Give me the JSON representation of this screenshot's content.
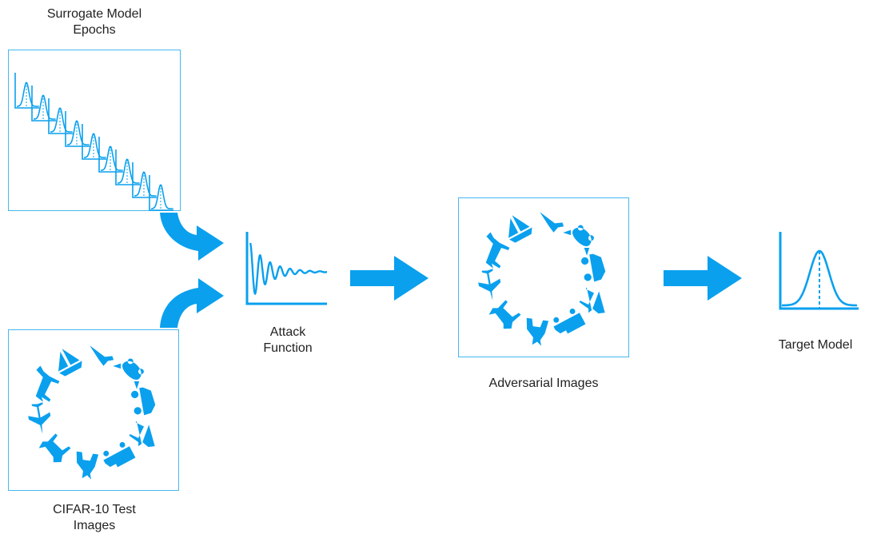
{
  "labels": {
    "surrogate_line1": "Surrogate Model",
    "surrogate_line2": "Epochs",
    "cifar_line1": "CIFAR-10 Test",
    "cifar_line2": "Images",
    "attack_line1": "Attack",
    "attack_line2": "Function",
    "adversarial": "Adversarial Images",
    "target": "Target Model"
  },
  "colors": {
    "accent": "#0aa0ee",
    "panel_border": "#46b7ee",
    "text": "#222222"
  },
  "icons": {
    "cifar_classes": [
      "ship-icon",
      "bird-icon",
      "frog-icon",
      "car-icon",
      "deer-icon",
      "truck-icon",
      "cat-icon",
      "dog-icon",
      "airplane-icon",
      "horse-icon"
    ]
  }
}
